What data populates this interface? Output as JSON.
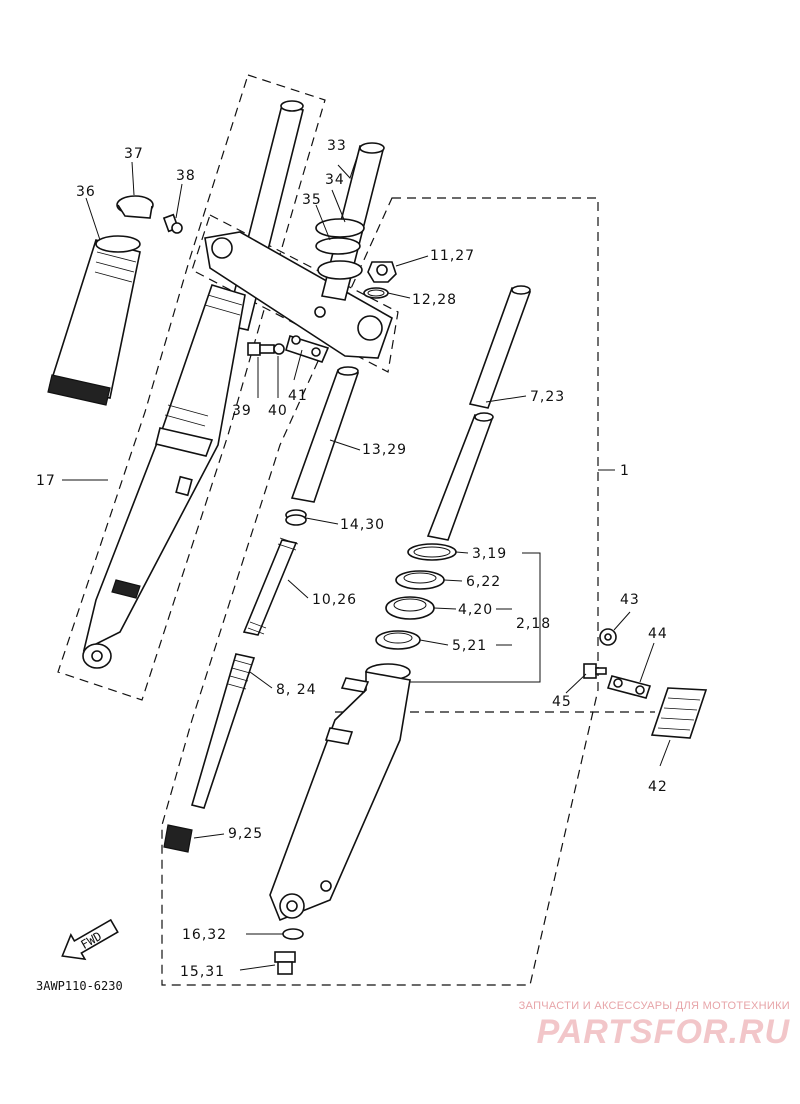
{
  "diagram": {
    "drawing_code": "3AWP110-6230",
    "fwd_label": "FWD",
    "callouts": {
      "c1": "1",
      "c2_18": "2,18",
      "c3_19": "3,19",
      "c4_20": "4,20",
      "c5_21": "5,21",
      "c6_22": "6,22",
      "c7_23": "7,23",
      "c8_24": "8, 24",
      "c9_25": "9,25",
      "c10_26": "10,26",
      "c11_27": "11,27",
      "c12_28": "12,28",
      "c13_29": "13,29",
      "c14_30": "14,30",
      "c15_31": "15,31",
      "c16_32": "16,32",
      "c17": "17",
      "c33": "33",
      "c34": "34",
      "c35": "35",
      "c36": "36",
      "c37": "37",
      "c38": "38",
      "c39": "39",
      "c40": "40",
      "c41": "41",
      "c42": "42",
      "c43": "43",
      "c44": "44",
      "c45": "45"
    }
  },
  "watermark": {
    "tagline": "ЗАПЧАСТИ И АКСЕССУАРЫ ДЛЯ МОТОТЕХНИКИ",
    "brand": "PARTSFOR.RU",
    "color": "#e7a4a8"
  }
}
